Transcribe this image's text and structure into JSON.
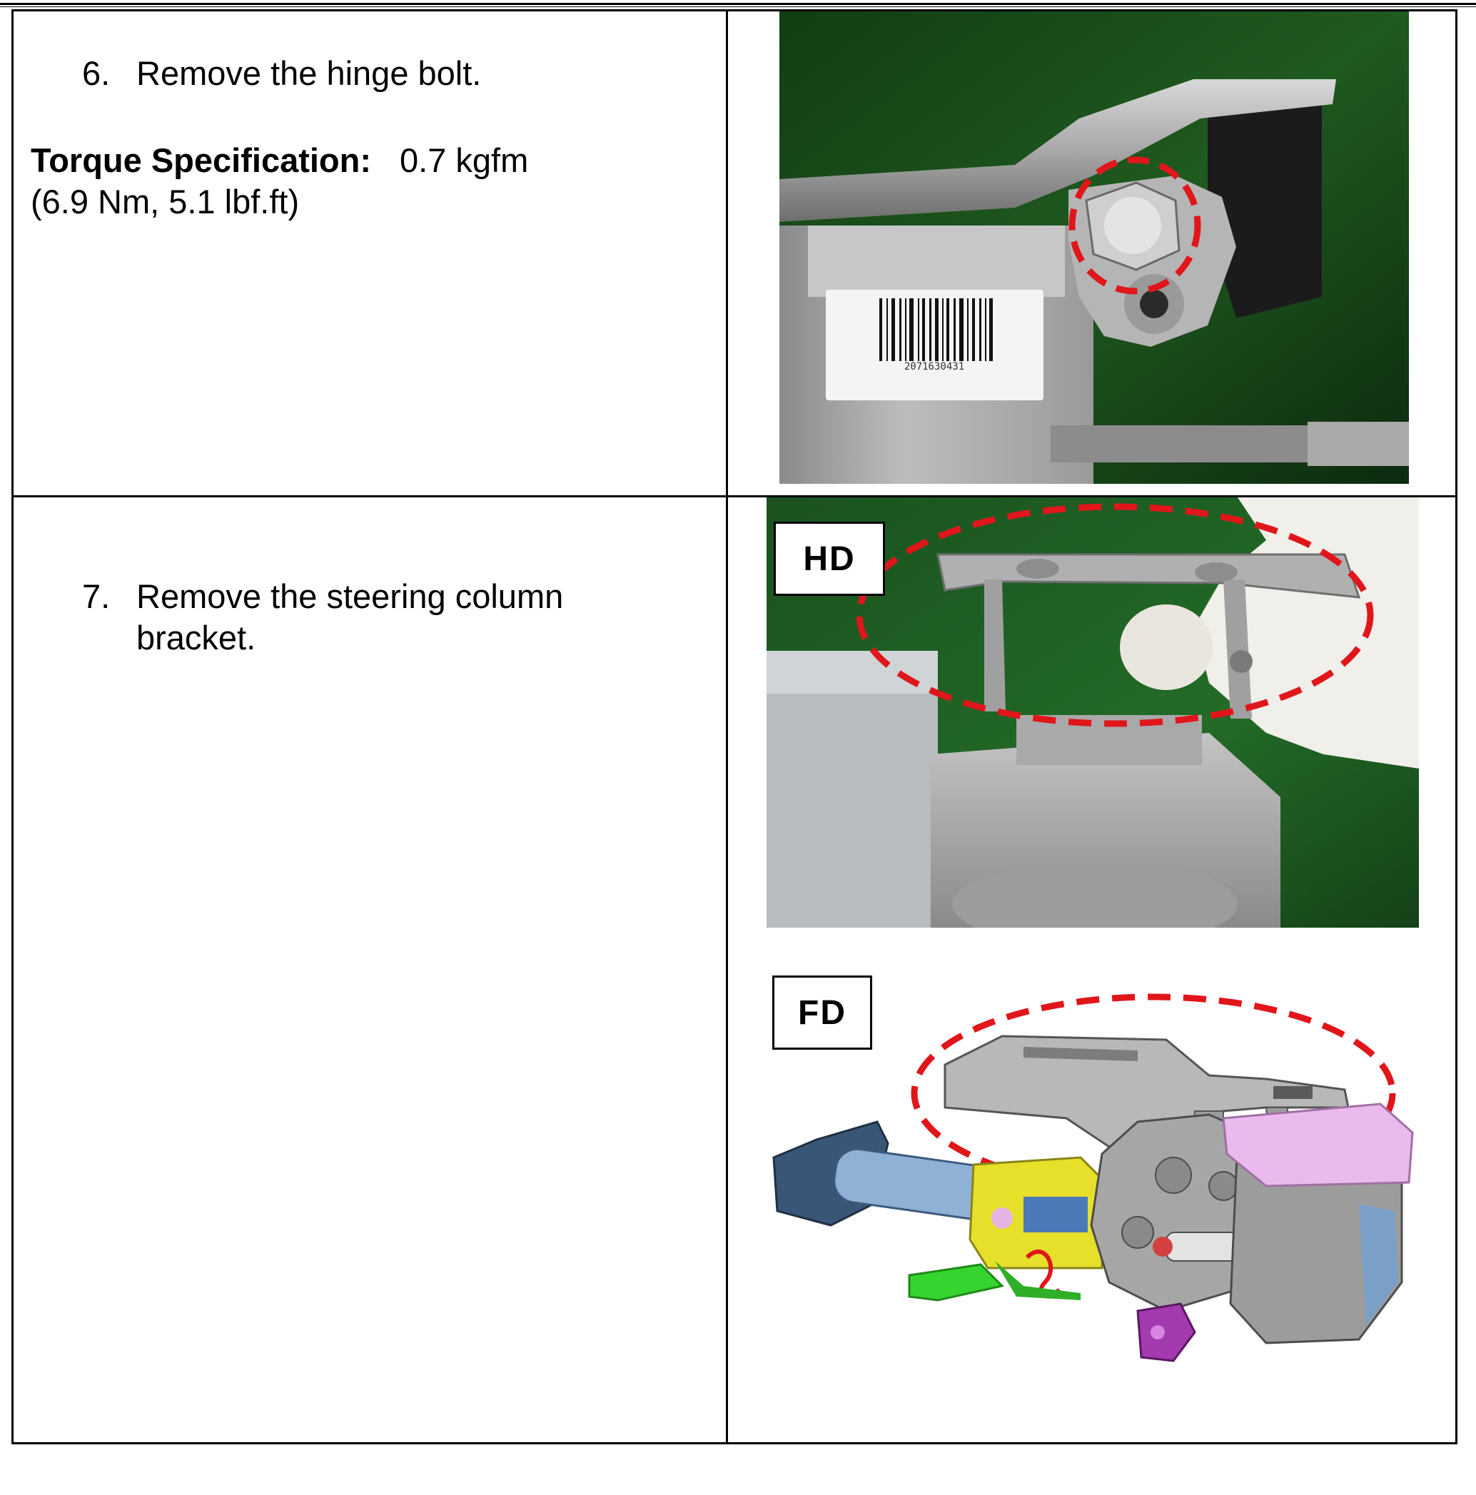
{
  "step6": {
    "number": "6.",
    "text": "Remove the hinge bolt.",
    "torque_label": "Torque Specification:",
    "torque_value": "0.7 kgfm",
    "torque_alt": "(6.9 Nm, 5.1 lbf.ft)",
    "barcode_number": "2071630431"
  },
  "step7": {
    "number": "7.",
    "text_line1": "Remove the steering column",
    "text_line2": "bracket.",
    "label_hd": "HD",
    "label_fd": "FD"
  },
  "colors": {
    "highlight": "#e0161b",
    "felt_green": "#1f5a1f"
  }
}
